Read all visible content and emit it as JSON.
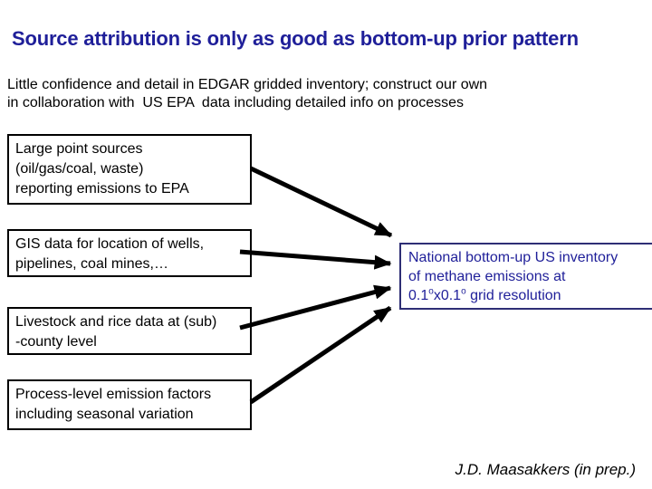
{
  "title": "Source attribution is only as good as bottom-up prior pattern",
  "subtitle": {
    "line1": "Little confidence and detail in EDGAR gridded inventory; construct our own",
    "line2": "in collaboration with  US EPA  data including detailed info on processes"
  },
  "source_boxes": [
    {
      "lines": [
        "Large point sources",
        "(oil/gas/coal, waste)",
        "reporting emissions to EPA"
      ]
    },
    {
      "lines": [
        "GIS data for location of wells,",
        "pipelines, coal mines,…"
      ]
    },
    {
      "lines": [
        "Livestock and rice data at (sub)",
        "-county level"
      ]
    },
    {
      "lines": [
        "Process-level emission factors",
        "including seasonal variation"
      ]
    }
  ],
  "result_box": {
    "line1": "National bottom-up US inventory",
    "line2": "of methane emissions at",
    "line3": {
      "p1": "0.1",
      "sup1": "o",
      "p2": "x0.1",
      "sup2": "o",
      "p3": " grid resolution"
    }
  },
  "attribution": "J.D. Maasakkers (in prep.)",
  "colors": {
    "title_navy": "#1f1f99",
    "result_text_navy": "#1f1f99",
    "result_border_navy": "#2e2e75",
    "box_border_black": "#000000",
    "arrow_black": "#000000",
    "background": "#ffffff"
  }
}
